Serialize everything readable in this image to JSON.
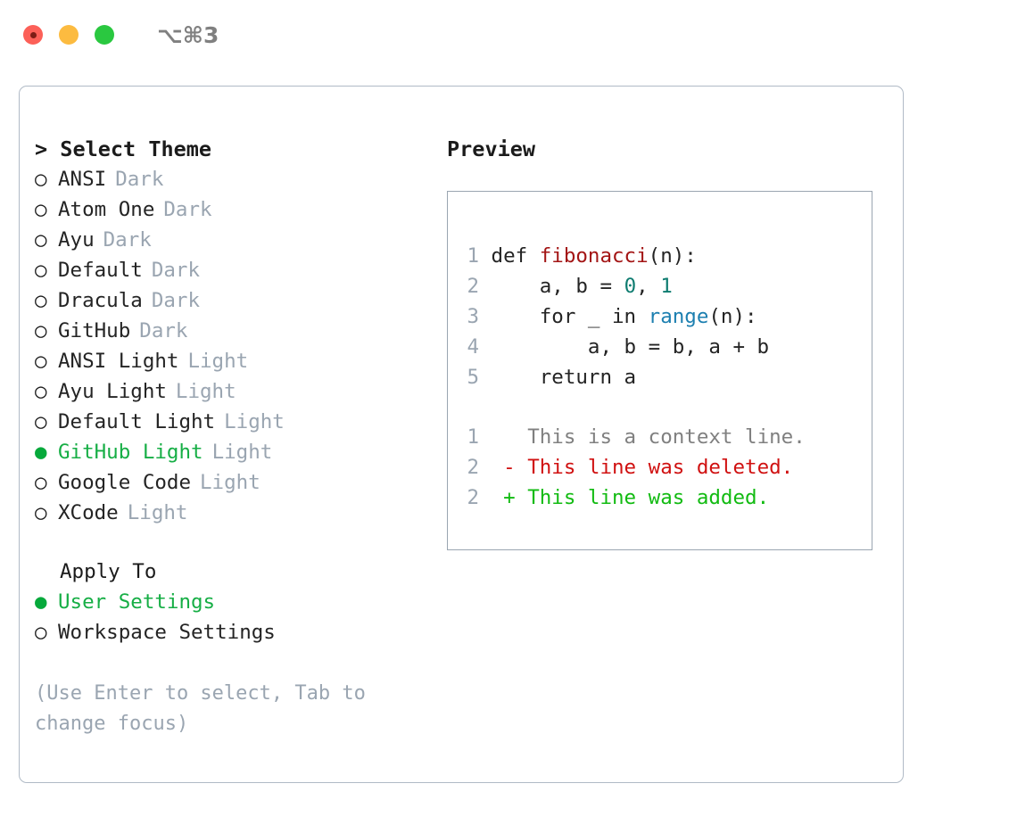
{
  "titlebar": {
    "traffic_lights": [
      "close",
      "minimize",
      "maximize"
    ],
    "shortcut": "⌥⌘3"
  },
  "left": {
    "header": "> Select Theme",
    "themes": [
      {
        "marker": "○",
        "name": "ANSI",
        "tag": "Dark",
        "selected": false
      },
      {
        "marker": "○",
        "name": "Atom One",
        "tag": "Dark",
        "selected": false
      },
      {
        "marker": "○",
        "name": "Ayu",
        "tag": "Dark",
        "selected": false
      },
      {
        "marker": "○",
        "name": "Default",
        "tag": "Dark",
        "selected": false
      },
      {
        "marker": "○",
        "name": "Dracula",
        "tag": "Dark",
        "selected": false
      },
      {
        "marker": "○",
        "name": "GitHub",
        "tag": "Dark",
        "selected": false
      },
      {
        "marker": "○",
        "name": "ANSI Light",
        "tag": "Light",
        "selected": false
      },
      {
        "marker": "○",
        "name": "Ayu Light",
        "tag": "Light",
        "selected": false
      },
      {
        "marker": "○",
        "name": "Default Light",
        "tag": "Light",
        "selected": false
      },
      {
        "marker": "●",
        "name": "GitHub Light",
        "tag": "Light",
        "selected": true
      },
      {
        "marker": "○",
        "name": "Google Code",
        "tag": "Light",
        "selected": false
      },
      {
        "marker": "○",
        "name": "XCode",
        "tag": "Light",
        "selected": false
      }
    ],
    "apply_to": {
      "header": "Apply To",
      "options": [
        {
          "marker": "●",
          "name": "User Settings",
          "selected": true
        },
        {
          "marker": "○",
          "name": "Workspace Settings",
          "selected": false
        }
      ]
    },
    "hint": "(Use Enter to select, Tab to change focus)"
  },
  "right": {
    "header": "Preview",
    "code_lines": [
      {
        "num": "1",
        "tokens": [
          {
            "t": "def ",
            "c": "plain"
          },
          {
            "t": "fibonacci",
            "c": "fn"
          },
          {
            "t": "(n):",
            "c": "plain"
          }
        ]
      },
      {
        "num": "2",
        "tokens": [
          {
            "t": "    a, b = ",
            "c": "plain"
          },
          {
            "t": "0",
            "c": "num"
          },
          {
            "t": ", ",
            "c": "plain"
          },
          {
            "t": "1",
            "c": "num"
          }
        ]
      },
      {
        "num": "3",
        "tokens": [
          {
            "t": "    for _ in ",
            "c": "plain"
          },
          {
            "t": "range",
            "c": "call"
          },
          {
            "t": "(n):",
            "c": "plain"
          }
        ]
      },
      {
        "num": "4",
        "tokens": [
          {
            "t": "        a, b = b, a + b",
            "c": "plain"
          }
        ]
      },
      {
        "num": "5",
        "tokens": [
          {
            "t": "    return a",
            "c": "plain"
          }
        ]
      }
    ],
    "diff_lines": [
      {
        "num": "1",
        "sign": "  ",
        "text": "This is a context line.",
        "kind": "ctx"
      },
      {
        "num": "2",
        "sign": "- ",
        "text": "This line was deleted.",
        "kind": "del"
      },
      {
        "num": "2",
        "sign": "+ ",
        "text": "This line was added.",
        "kind": "add"
      }
    ]
  },
  "colors": {
    "accent_green": "#16ae45",
    "marker_green": "#06a93b",
    "muted": "#9aa5b1",
    "text": "#242424",
    "code_function": "#a31515",
    "code_number": "#0e7c70",
    "code_call": "#1c7fb0",
    "diff_deleted": "#d01111",
    "diff_added": "#12bb12",
    "diff_context": "#808080",
    "border": "#b0bac6"
  }
}
